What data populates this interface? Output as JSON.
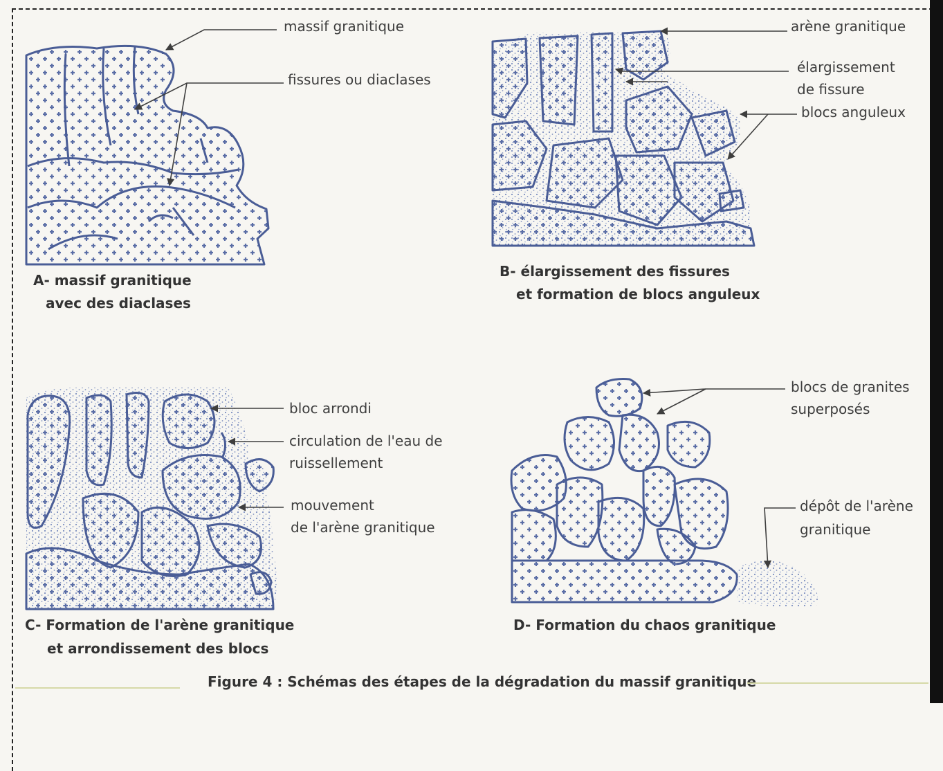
{
  "figure_caption": "Figure 4 : Schémas des étapes de la dégradation du massif granitique",
  "colors": {
    "rock_outline": "#4a5d96",
    "rock_fill": "#eef0f7",
    "cross": "#5b6ea6",
    "sand": "#7d8fc0"
  },
  "panels": {
    "A": {
      "caption_line1": "A- massif granitique",
      "caption_line2": "avec des diaclases",
      "labels": {
        "massif": "massif granitique",
        "fissures": "fissures ou diaclases"
      }
    },
    "B": {
      "caption_line1": "B- élargissement des fissures",
      "caption_line2": "et formation de blocs anguleux",
      "labels": {
        "arene": "arène granitique",
        "elargissement_1": "élargissement",
        "elargissement_2": "de fissure",
        "blocs": "blocs anguleux"
      }
    },
    "C": {
      "caption_line1": "C- Formation de l'arène granitique",
      "caption_line2": "et arrondissement des blocs",
      "labels": {
        "bloc": "bloc arrondi",
        "circulation_1": "circulation de l'eau de",
        "circulation_2": "ruissellement",
        "mouvement_1": "mouvement",
        "mouvement_2": "de l'arène granitique"
      }
    },
    "D": {
      "caption_line1": "D- Formation du chaos granitique",
      "labels": {
        "blocs_1": "blocs de granites",
        "blocs_2": "superposés",
        "depot_1": "dépôt de l'arène",
        "depot_2": "granitique"
      }
    }
  }
}
